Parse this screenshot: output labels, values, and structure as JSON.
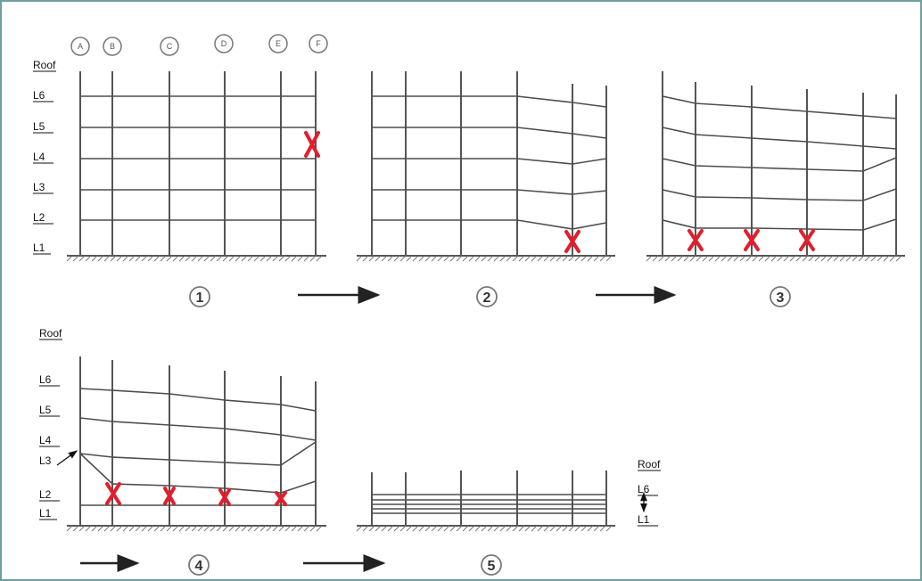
{
  "gridlines": [
    "A",
    "B",
    "C",
    "D",
    "E",
    "F"
  ],
  "levels_top": [
    "Roof",
    "L6",
    "L5",
    "L4",
    "L3",
    "L2",
    "L1"
  ],
  "levels_bottom": [
    "Roof",
    "L6",
    "L5",
    "L4",
    "L3",
    "L2",
    "L1"
  ],
  "levels_stage5": [
    "Roof",
    "L6",
    "L1"
  ],
  "stages": [
    "1",
    "2",
    "3",
    "4",
    "5"
  ],
  "colors": {
    "frame_border": "#6f9ea0",
    "failure_mark": "#e21e2b",
    "structure": "#555555"
  }
}
